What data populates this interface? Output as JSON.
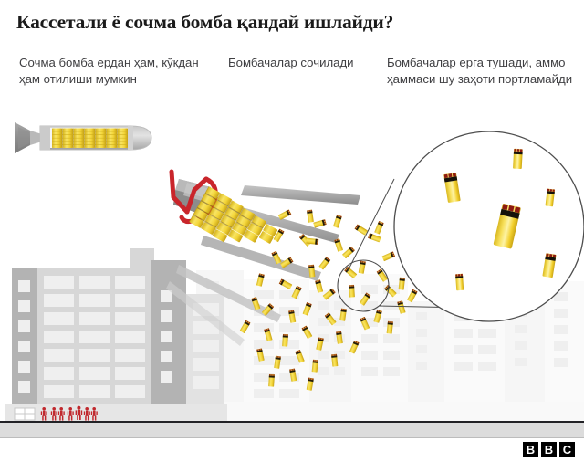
{
  "headline": "Кассетали ё сочма бомба қандай ишлайди?",
  "captions": [
    {
      "id": "caption-1",
      "text": "Сочма бомба ердан ҳам, кўкдан ҳам отилиши мумкин"
    },
    {
      "id": "caption-2",
      "text": "Бомбачалар сочилади"
    },
    {
      "id": "caption-3",
      "text": "Бомбачалар ерга тушади, аммо ҳаммаси шу заҳоти портламайди"
    }
  ],
  "logo": {
    "letters": [
      "B",
      "B",
      "C"
    ]
  },
  "colors": {
    "submunition_body": "#f2d63c",
    "submunition_body_light": "#fbeb8c",
    "submunition_band": "#15110a",
    "submunition_marking": "#8d1a12",
    "casing_gray": "#9c9c9c",
    "casing_gray_dark": "#7d7d7d",
    "casing_gray_light": "#c6c6c6",
    "strap_red": "#c9252b",
    "building_mid": "#d7d7d7",
    "building_column": "#b3b3b3",
    "building_window": "#efefef",
    "building_far": "#f4f4f4",
    "people_red": "#c0282d",
    "ground_line": "#222226",
    "footer_band": "#dcdcdc",
    "title_text": "#1a1a1a",
    "caption_text": "#3f3f42",
    "magnifier_stroke": "#4d4d4d"
  },
  "scene": {
    "intact_bomb_label": "cluster-bomb-cutaway",
    "opening_bomb_label": "cluster-bomb-opening",
    "magnifier_label": "submunition-detail-magnifier",
    "submunitions_in_cutaway": 42,
    "submunition_detail_count": 6
  }
}
